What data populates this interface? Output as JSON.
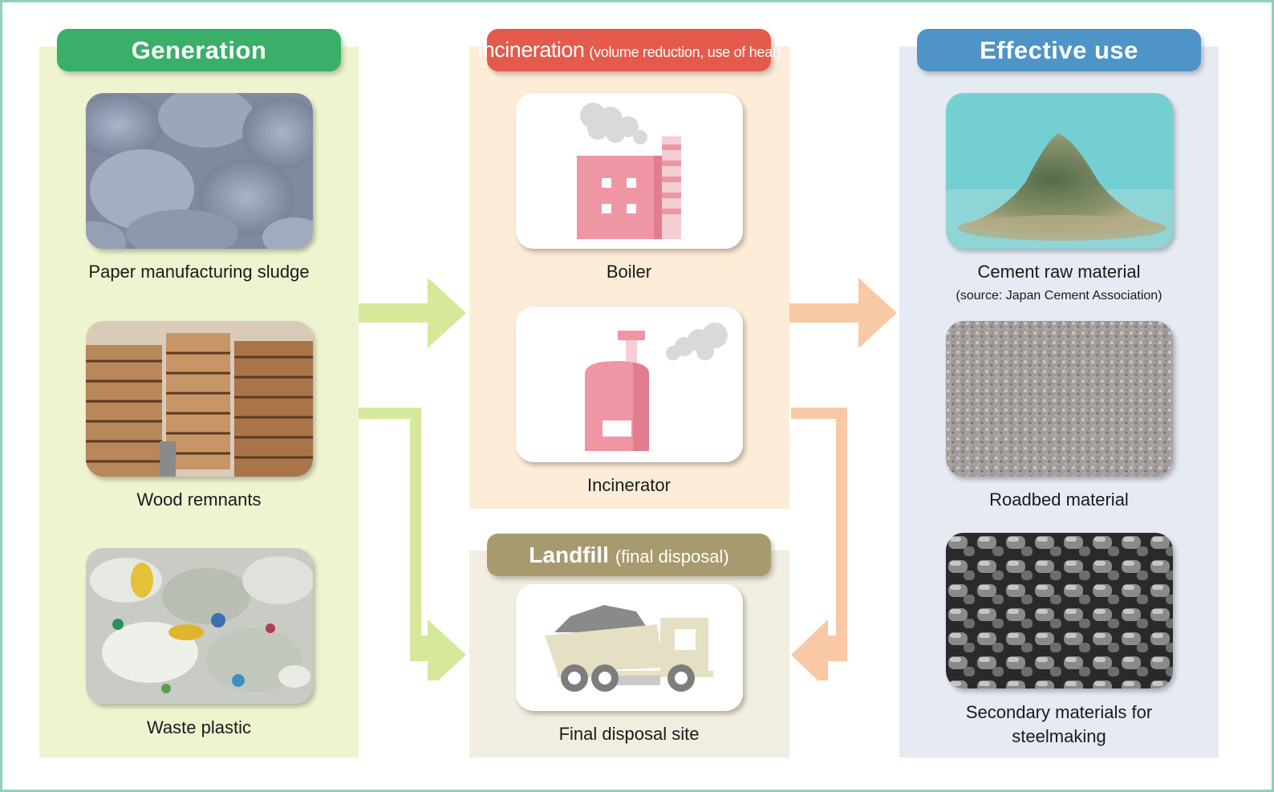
{
  "generation": {
    "title": "Generation",
    "items": [
      {
        "label": "Paper manufacturing sludge"
      },
      {
        "label": "Wood remnants"
      },
      {
        "label": "Waste plastic"
      }
    ]
  },
  "incineration": {
    "title": "Incineration",
    "subtitle": "(volume reduction, use of heat)",
    "items": [
      {
        "label": "Boiler"
      },
      {
        "label": "Incinerator"
      }
    ]
  },
  "landfill": {
    "title": "Landfill",
    "subtitle": "(final disposal)",
    "items": [
      {
        "label": "Final disposal site"
      }
    ]
  },
  "effective_use": {
    "title": "Effective use",
    "items": [
      {
        "label": "Cement raw material",
        "source": "(source: Japan Cement Association)"
      },
      {
        "label": "Roadbed material"
      },
      {
        "label_line1": "Secondary materials for",
        "label_line2": "steelmaking"
      }
    ]
  },
  "colors": {
    "generation": "#3aaf6a",
    "incineration": "#e45a4c",
    "landfill": "#a79a6e",
    "effective_use": "#4f94c6",
    "green_arrow": "#d6e89a",
    "orange_arrow": "#f9c9a6"
  }
}
